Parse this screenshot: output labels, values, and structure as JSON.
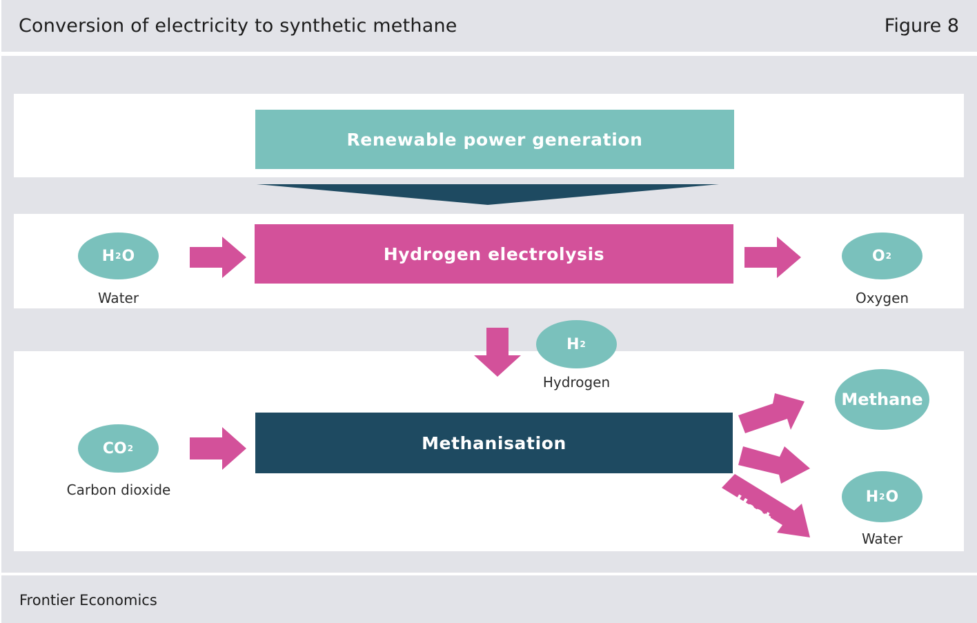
{
  "header": {
    "title": "Conversion of electricity to synthetic methane",
    "figure_label": "Figure 8"
  },
  "footer": {
    "source": "Frontier Economics"
  },
  "colors": {
    "teal": "#7ac1bc",
    "pink": "#d3519a",
    "navy": "#1e4a61",
    "band": "#e2e3e8"
  },
  "nodes": {
    "renewable": "Renewable power generation",
    "electrolysis": "Hydrogen electrolysis",
    "methanisation": "Methanisation",
    "heat": "Heat"
  },
  "molecules": {
    "water_in": {
      "base": "H",
      "sub": "2",
      "tail": "O",
      "caption": "Water"
    },
    "oxygen": {
      "base": "O",
      "sub": "2",
      "tail": "",
      "caption": "Oxygen"
    },
    "hydrogen": {
      "base": "H",
      "sub": "2",
      "tail": "",
      "caption": "Hydrogen"
    },
    "co2": {
      "base": "CO",
      "sub": "2",
      "tail": "",
      "caption": "Carbon dioxide"
    },
    "methane": {
      "label": "Methane"
    },
    "water_out": {
      "base": "H",
      "sub": "2",
      "tail": "O",
      "caption": "Water"
    }
  }
}
